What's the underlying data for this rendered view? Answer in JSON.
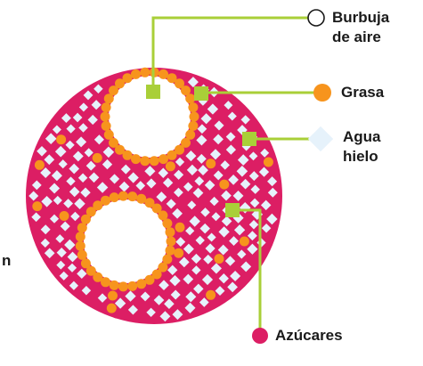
{
  "diagram": {
    "colors": {
      "matrix": "#dc1e64",
      "fat": "#f7941d",
      "ice": "#e6f2fb",
      "leader": "#a9cf38",
      "air": "#ffffff",
      "text": "#1a1a1a"
    },
    "labels": {
      "air_line1": "Burbuja",
      "air_line2": "de aire",
      "fat": "Grasa",
      "ice_line1": "Agua",
      "ice_line2": "hielo",
      "sugar": "Azúcares",
      "left_fragment": "n"
    },
    "icons": {
      "air": "hollow-circle",
      "fat": "orange-dot",
      "ice": "ice-diamond",
      "sugar": "magenta-dot"
    }
  }
}
